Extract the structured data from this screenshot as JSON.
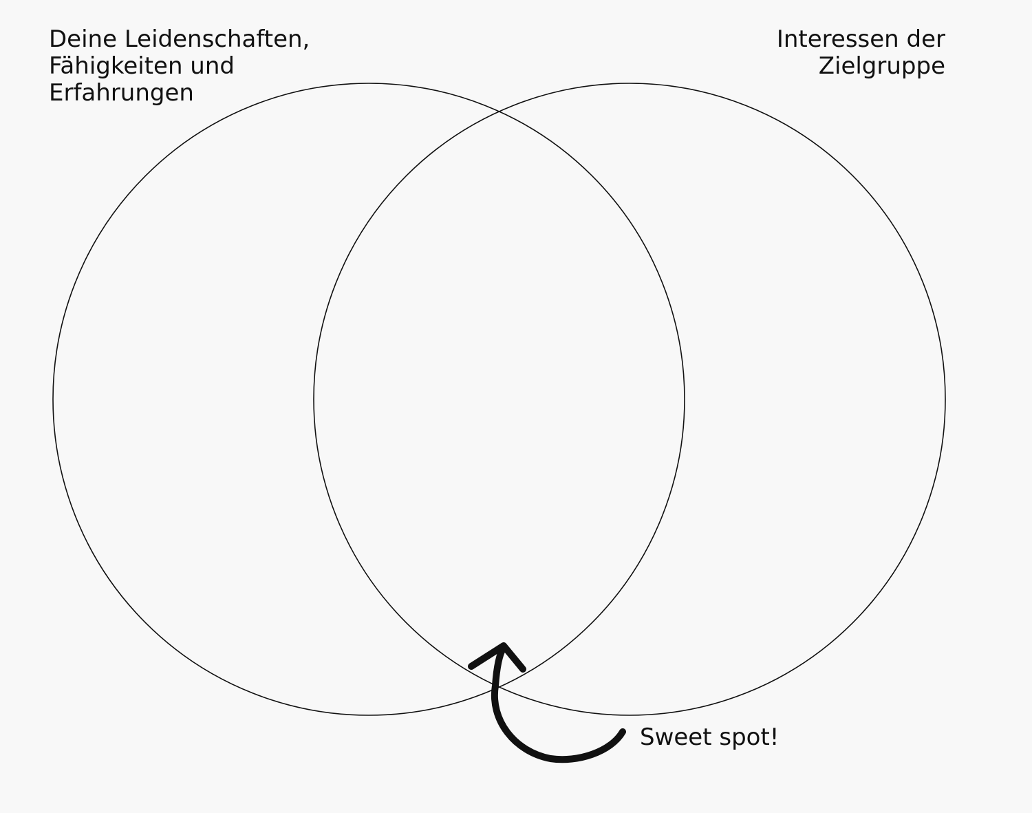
{
  "diagram": {
    "type": "venn",
    "sets": [
      {
        "label_lines": [
          "Deine Leidenschaften,",
          "Fähigkeiten und",
          "Erfahrungen"
        ]
      },
      {
        "label_lines": [
          "Interessen der",
          "Zielgruppe"
        ]
      }
    ],
    "intersection_callout": "Sweet spot!",
    "colors": {
      "background": "#f8f8f8",
      "stroke": "#111111",
      "text": "#111111"
    }
  }
}
